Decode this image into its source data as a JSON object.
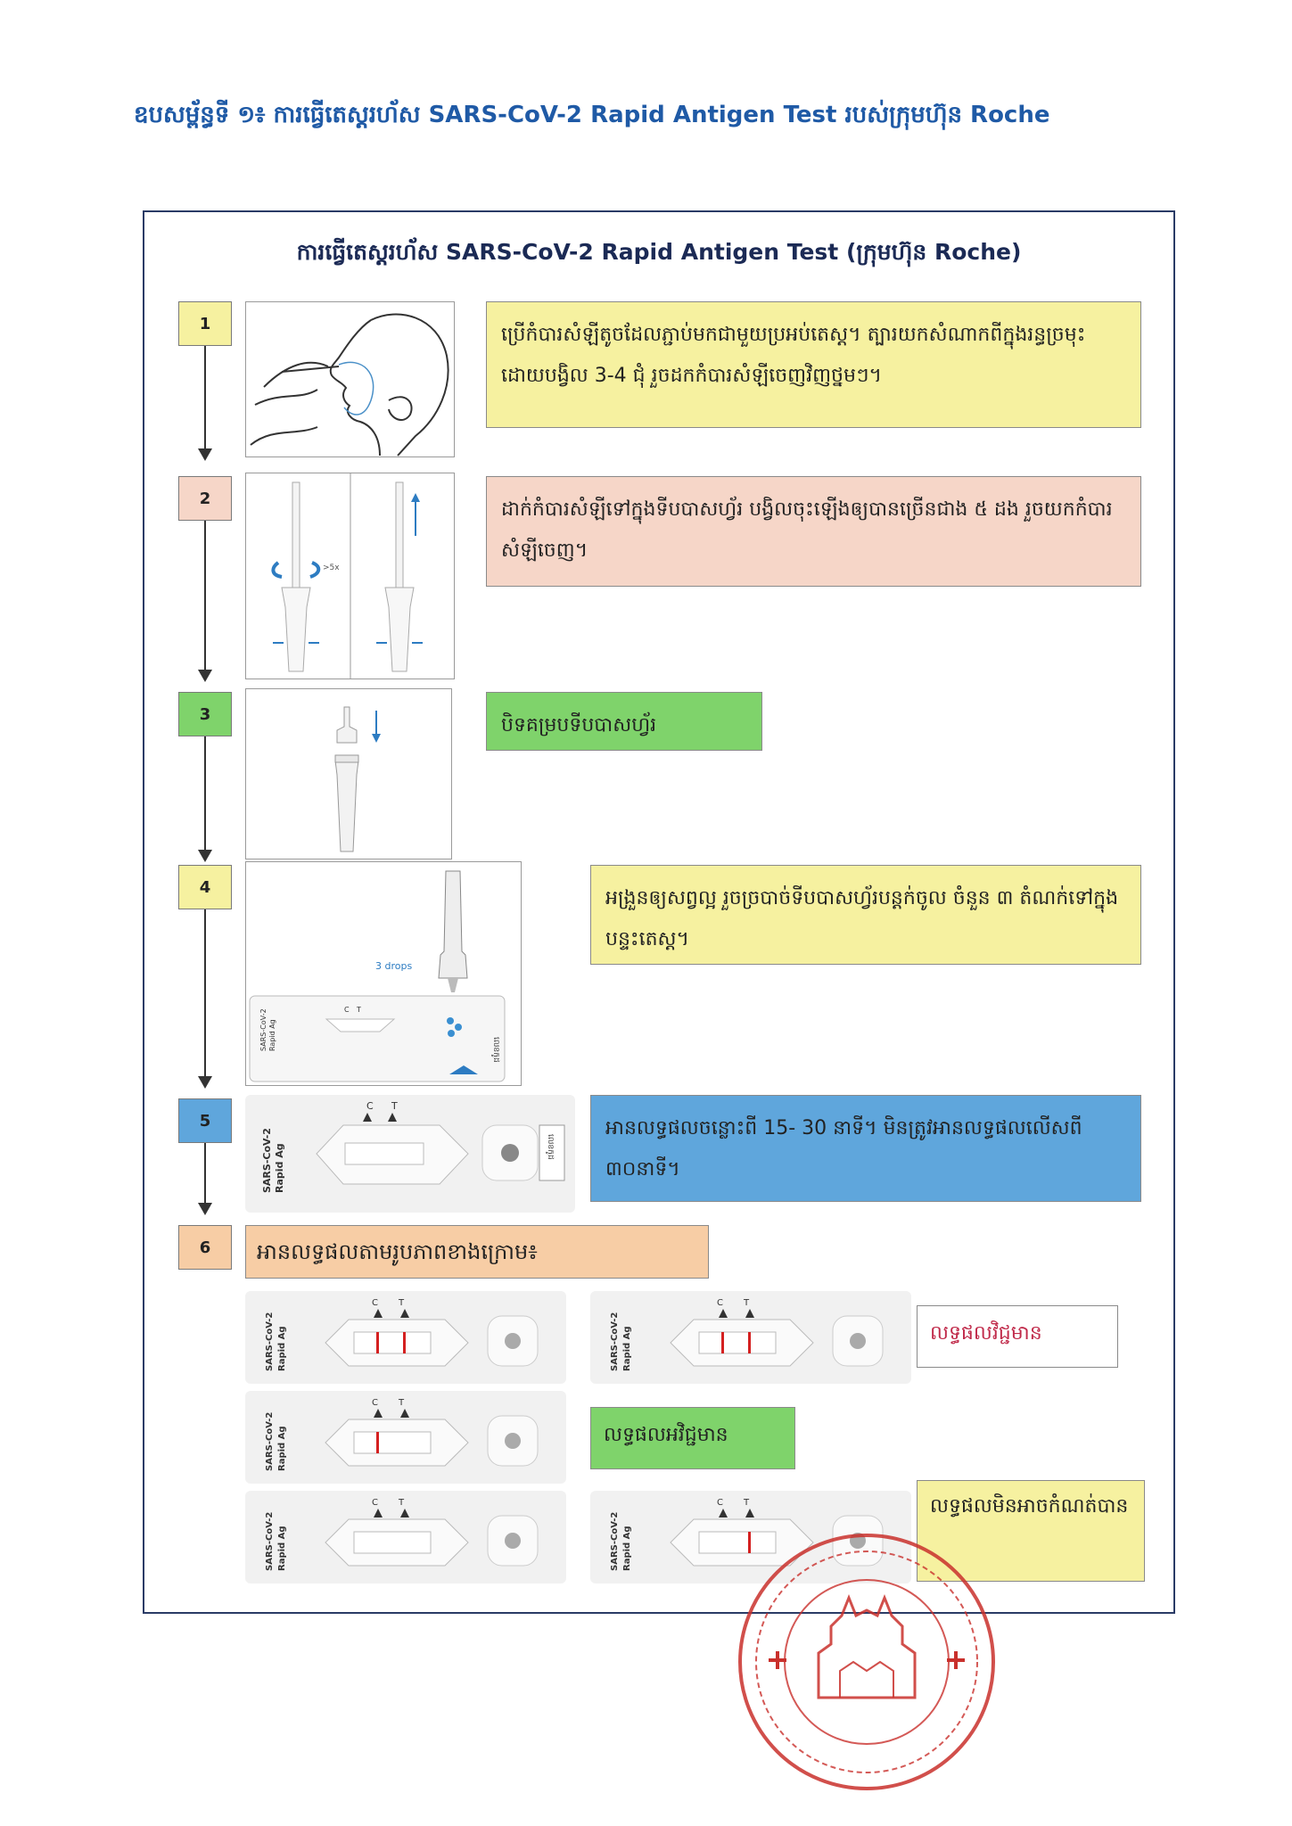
{
  "page_title": "ឧបសម្ព័ន្ធទី ១៖ ការធ្វើតេស្តរហ័ស SARS-CoV-2 Rapid Antigen Test របស់ក្រុមហ៊ុន Roche",
  "frame_title": "ការធ្វើតេស្តរហ័ស SARS-CoV-2 Rapid Antigen Test (ក្រុមហ៊ុន Roche)",
  "steps": [
    {
      "number": "1",
      "text": "ប្រើកំបារសំឡីតូចដែលភ្ជាប់មកជាមួយប្រអប់តេស្ត។ ត្បារយកសំណាកពីក្នុងរន្ធច្រមុះ ដោយបង្វិល 3-4 ជុំ រួចដកកំបារសំឡីចេញវិញថ្នមៗ។"
    },
    {
      "number": "2",
      "text": "ដាក់កំបារសំឡីទៅក្នុងទីបបាសហ្វ័រ បង្វិលចុះឡើងឲ្យបានច្រើនជាង ៥ ដង រួចយកកំបារសំឡីចេញ។"
    },
    {
      "number": "3",
      "text": "បិទគម្របទីបបាសហ្វ័រ"
    },
    {
      "number": "4",
      "text": "អង្រួនឲ្យសព្វល្អ រួចច្របាច់ទីបបាសហ្វ័របន្តក់ចូល ចំនួន ៣ តំណក់ទៅក្នុងបន្ទះតេស្ត។"
    },
    {
      "number": "5",
      "text": "អានលទ្ធផលចន្លោះពី 15- 30 នាទី។ មិនត្រូវអានលទ្ធផលលើសពី ៣០នាទី។"
    },
    {
      "number": "6",
      "text": "អានលទ្ធផលតាមរូបភាពខាងក្រោម៖"
    }
  ],
  "illustration_labels": {
    "rotate": ">5x",
    "drops": "3 drops",
    "cassette_name": "SARS-CoV-2",
    "cassette_sub": "Rapid Ag",
    "control": "C",
    "test": "T",
    "id_label": "លេខកូដ"
  },
  "results": {
    "positive": "លទ្ធផលវិជ្ជមាន",
    "negative": "លទ្ធផលអវិជ្ជមាន",
    "invalid": "លទ្ធផលមិនអាចកំណត់បាន"
  },
  "colors": {
    "title_blue": "#1f5aa6",
    "step_yellow": "#f6f1a0",
    "step_salmon": "#f6d6c8",
    "step_green": "#7fd36b",
    "step_blue": "#5fa6dc",
    "step_orange": "#f7cda5",
    "stamp_red": "#c9302c",
    "result_line": "#d42020"
  }
}
